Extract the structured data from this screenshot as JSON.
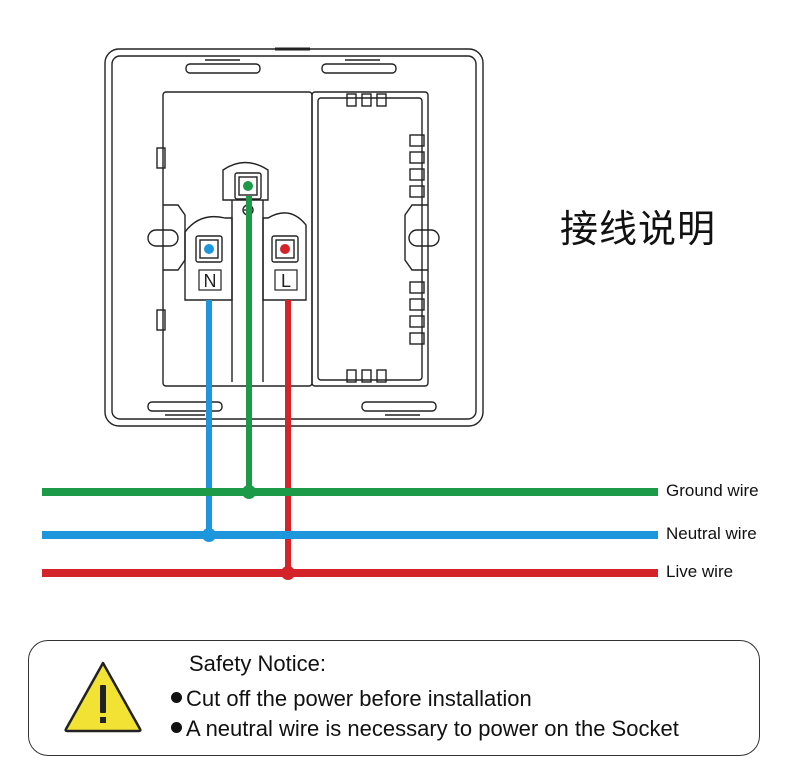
{
  "title": "接线说明",
  "colors": {
    "ground": "#1d9a48",
    "neutral": "#1e96dc",
    "live": "#d5232a",
    "outline": "#222222",
    "warning": "#f2e233"
  },
  "terminals": {
    "neutral": "N",
    "live": "L"
  },
  "wires": [
    {
      "id": "ground",
      "label": "Ground wire",
      "color": "#1d9a48"
    },
    {
      "id": "neutral",
      "label": "Neutral wire",
      "color": "#1e96dc"
    },
    {
      "id": "live",
      "label": "Live wire",
      "color": "#d5232a"
    }
  ],
  "notice": {
    "title": "Safety Notice:",
    "items": [
      "Cut off the power before installation",
      "A neutral wire is necessary to power on the Socket"
    ],
    "icon": "warning-triangle-icon"
  }
}
